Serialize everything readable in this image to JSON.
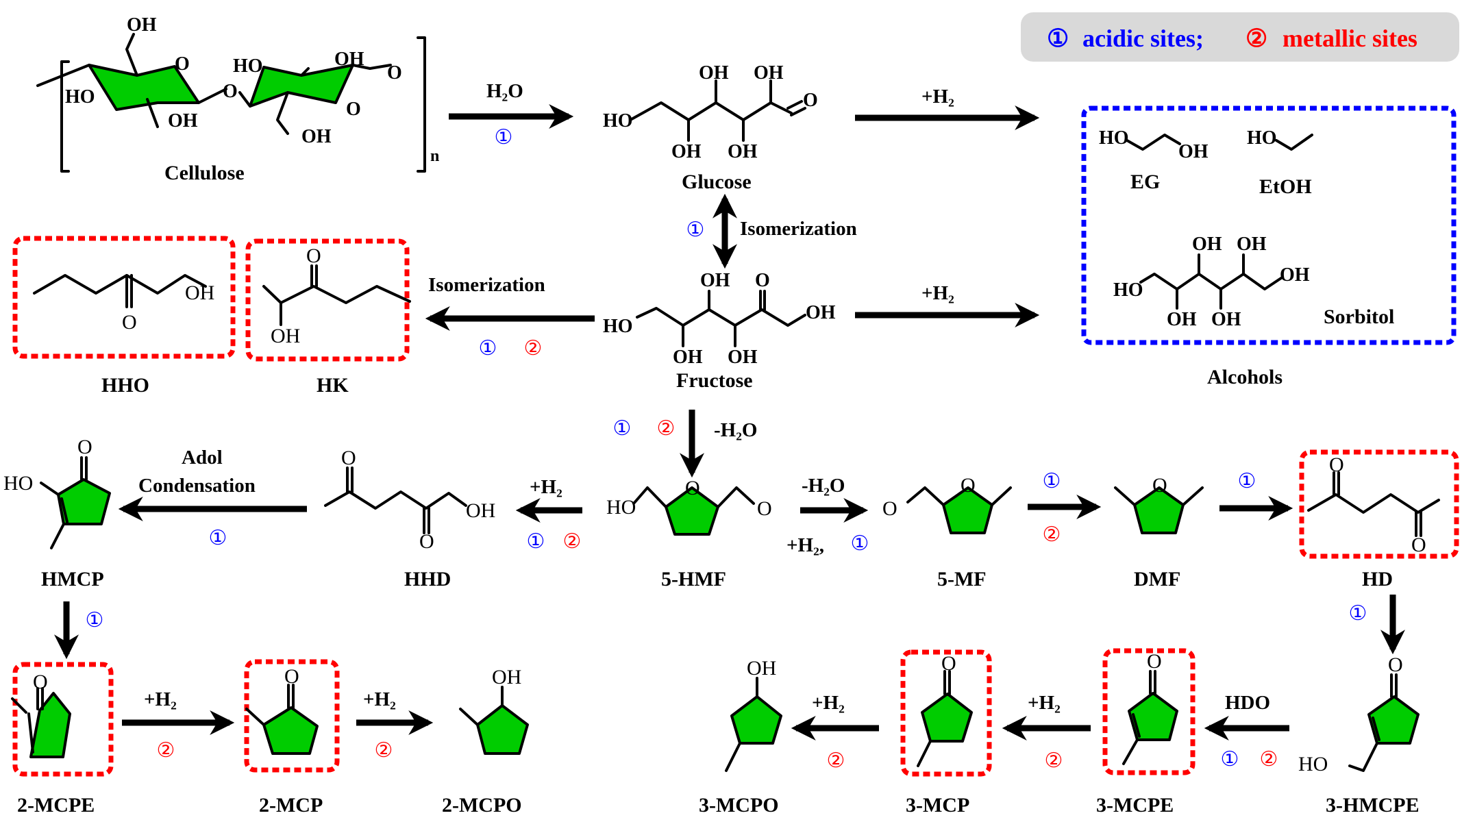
{
  "colors": {
    "acidic": "#0000ff",
    "metallic": "#ff0000",
    "ring_fill": "#00cc00",
    "legend_bg": "#d9d9d9"
  },
  "legend": {
    "site1_symbol": "①",
    "site1_label": "acidic sites;",
    "site2_symbol": "②",
    "site2_label": "metallic sites"
  },
  "compounds": {
    "cellulose": "Cellulose",
    "cellulose_n": "n",
    "glucose": "Glucose",
    "fructose": "Fructose",
    "eg": "EG",
    "etoh": "EtOH",
    "sorbitol": "Sorbitol",
    "alcohols_group": "Alcohols",
    "hho": "HHO",
    "hk": "HK",
    "hmcp": "HMCP",
    "hhd": "HHD",
    "hmf": "5-HMF",
    "mf": "5-MF",
    "dmf": "DMF",
    "hd": "HD",
    "mcpe2": "2-MCPE",
    "mcp2": "2-MCP",
    "mcpo2": "2-MCPO",
    "mcpo3": "3-MCPO",
    "mcp3": "3-MCP",
    "mcpe3": "3-MCPE",
    "hmcpe3": "3-HMCPE"
  },
  "conditions": {
    "hydrolysis": "H₂O",
    "glucose_hydrogenation": "+H₂",
    "isomerization_gf": "Isomerization",
    "isomerization_fructose": "Isomerization",
    "fructose_hydrogenation": "+H₂",
    "dehydration": "-H₂O",
    "hmf_to_hhd": "+H₂",
    "aldol": "Adol",
    "aldol2": "Condensation",
    "hmf_to_mf_top": "-H₂O",
    "hmf_to_mf_bottom": "+H₂,",
    "mcpe2_to_mcp2": "+H₂",
    "mcp2_to_mcpo2": "+H₂",
    "mcp3_to_mcpo3": "+H₂",
    "mcpe3_to_mcp3": "+H₂",
    "hdo": "HDO"
  },
  "atoms": {
    "OH": "OH",
    "HO": "HO",
    "O": "O"
  },
  "catalyst_marks": {
    "one": "①",
    "two": "②"
  }
}
